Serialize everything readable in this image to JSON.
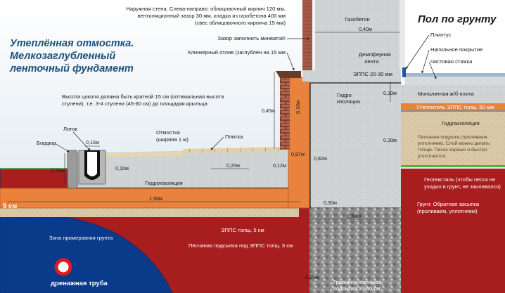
{
  "title": {
    "left_line1": "Утеплённая отмостка.",
    "left_line2": "Мелкозаглубленный",
    "left_line3": "ленточный фундамент",
    "right": "Пол по грунту"
  },
  "labels": {
    "outer_wall_1": "Наружная стена. Слева-направо: облицовочный кирпич 120 мм,",
    "outer_wall_2": "вентиляционный зазор 30 мм, кладка из газобетона 400 мм",
    "outer_wall_3": "(свес облицовочного кирпича 15 мм)",
    "gap": "Зазор заполнить минватой!",
    "clinker": "Клинкерный отлив (заглублён на 15 мм",
    "plinth_1": "Высота цоколя должна быть кратной 15 см (оптимальная высота",
    "plinth_2": "ступени), т.е. 3-4 ступени (45-60 см) до площадки крыльца",
    "gas_block": "Газобетон",
    "baseboard": "Плинтус",
    "floor_cover": "Напольное покрытие",
    "finish_screed": "Чистовая стяжка",
    "damper_1": "Демпферная",
    "damper_2": "лента",
    "epps_2030": "ЭППС 20-30 мм",
    "monolith": "Монолитная ж/б плита",
    "waterproof_1": "Гидро",
    "waterproof_2": "изоляция",
    "insulation_right": "Утеплитель ЭППС толщ. 50 мм",
    "waterproofing_right": "Гидроизоляция",
    "sand_1": "Песчаная подушка (проливаем,",
    "sand_2": "уплотняем). Слой можно делать",
    "sand_3": "толще. Песок хорошо и быстро",
    "sand_4": "уплотняется.",
    "geotextile_1": "Геотекстиль (чтобы песок не",
    "geotextile_2": "уходил в грунт, не заиливался)",
    "backfill_1": "Грунт. Обратная засыпка",
    "backfill_2": "(проливаем, уплотняем)",
    "tray": "Лоток",
    "border": "Бордюр",
    "blind_area_1": "Отмостка",
    "blind_area_2": "(ширина 1 м)",
    "tile": "Плитка",
    "waterproofing_left": "Гидроизоляция",
    "epps_5": "ЭППС толщ.  5 см",
    "sand_bed": "Песчаная подсыпка под ЭППС толщ. 5 см",
    "freeze_zone": "Зона промерзания грунта",
    "gravel_1": "Гравийно-песчаная",
    "gravel_2": "подсыпка 20-40 см",
    "drain": "дренажная труба",
    "five_cm": "5 см"
  },
  "dimensions": {
    "d040": "0,40м",
    "d010_top": "0,10м",
    "d045": "0,45м",
    "d010_vert": "0,10м",
    "d087": "0,87м",
    "d082": "0,82м",
    "d030_right": "0,30м",
    "d030_bottom": "0,30м",
    "d016": "0,16м",
    "d020_left": "0,20м",
    "d010_left": "0,10м",
    "d020_mid": "0,20м",
    "d012": "0,12м",
    "d150": "1,50м",
    "d054": "0,54м",
    "d025": "0,25м"
  },
  "colors": {
    "sky": "#dbe8f1",
    "freeze_zone": "#0a3a8a",
    "soil": "#a11d1d",
    "epps": "#e8823c",
    "concrete": "#cfd2d3",
    "sand": "#d6c7a8",
    "grass": "#53b33b",
    "brick": "#8d4a3a"
  }
}
